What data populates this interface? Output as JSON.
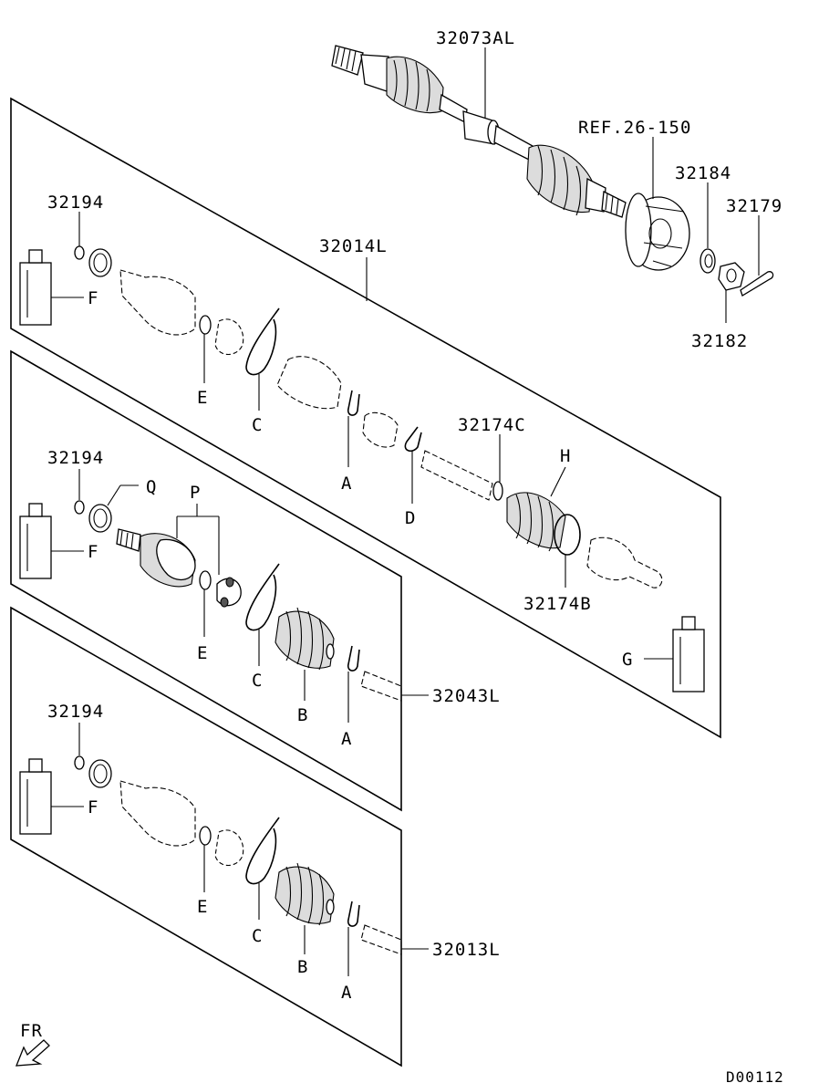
{
  "labels": {
    "top_assembly": "32073AL",
    "ref": "REF.26-150",
    "p32184": "32184",
    "p32179": "32179",
    "p32182": "32182",
    "p32014L": "32014L",
    "p32174C": "32174C",
    "p32174B": "32174B",
    "p32043L": "32043L",
    "p32013L": "32013L",
    "p32194_1": "32194",
    "p32194_2": "32194",
    "p32194_3": "32194",
    "F1": "F",
    "F2": "F",
    "F3": "F",
    "E1": "E",
    "E2": "E",
    "E3": "E",
    "C1": "C",
    "C2": "C",
    "C3": "C",
    "A1": "A",
    "A2": "A",
    "A3": "A",
    "B2": "B",
    "B3": "B",
    "D1": "D",
    "H1": "H",
    "G1": "G",
    "Q2": "Q",
    "P2": "P",
    "front": "FR",
    "code": "D00112"
  }
}
